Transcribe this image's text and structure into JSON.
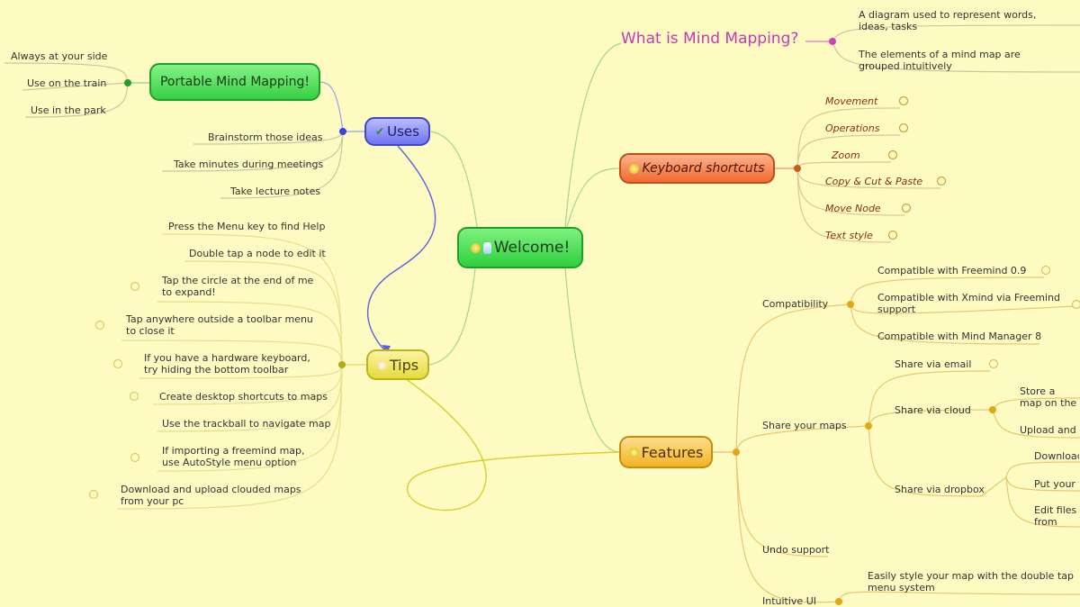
{
  "root": {
    "label": "Welcome!"
  },
  "uses": {
    "label": "Uses",
    "items": [
      "Brainstorm those ideas",
      "Take minutes during meetings",
      "Take lecture notes"
    ]
  },
  "portable": {
    "label": "Portable Mind Mapping!",
    "items": [
      "Always at your side",
      "Use on the train",
      "Use in the park"
    ]
  },
  "tips": {
    "label": "Tips",
    "items": [
      "Press the Menu key to find Help",
      "Double tap a node to edit it",
      "Tap the circle at the end of me to expand!",
      "Tap anywhere outside a toolbar menu to close it",
      "If you have a hardware keyboard, try hiding the bottom toolbar",
      "Create desktop shortcuts to maps",
      "Use the trackball to navigate map",
      "If importing a freemind map, use AutoStyle menu option",
      "Download and upload clouded maps from your pc"
    ]
  },
  "what": {
    "label": "What is Mind Mapping?",
    "items": [
      "A diagram used to represent words, ideas, tasks",
      "The elements of a mind map are grouped intuitively"
    ]
  },
  "keyboard": {
    "label": "Keyboard shortcuts",
    "items": [
      "Movement",
      "Operations",
      "Zoom",
      "Copy & Cut & Paste",
      "Move Node",
      "Text style"
    ]
  },
  "features": {
    "label": "Features",
    "compat": {
      "label": "Compatibility",
      "items": [
        "Compatible with Freemind 0.9",
        "Compatible with Xmind via Freemind support",
        "Compatible with Mind Manager 8"
      ]
    },
    "share": {
      "label": "Share your maps",
      "email": "Share via email",
      "cloud": {
        "label": "Share via cloud",
        "items": [
          "Store a map on the cloud for your friends have access",
          "Upload and download"
        ]
      },
      "dropbox": {
        "label": "Share via dropbox",
        "items": [
          "Download",
          "Put your files",
          "Edit files from DropBox account"
        ]
      }
    },
    "undo": "Undo support",
    "intuitive": {
      "label": "Intuitive UI",
      "items": [
        "Easily style your map with the double tap menu system"
      ]
    }
  },
  "colors": {
    "background": "#fefbc2",
    "root": "#2fcf3e",
    "uses": "#6e73f3",
    "tips": "#e6dc3c",
    "keyboard": "#f06a31",
    "features": "#f3b325",
    "what": "#c23bb3"
  }
}
